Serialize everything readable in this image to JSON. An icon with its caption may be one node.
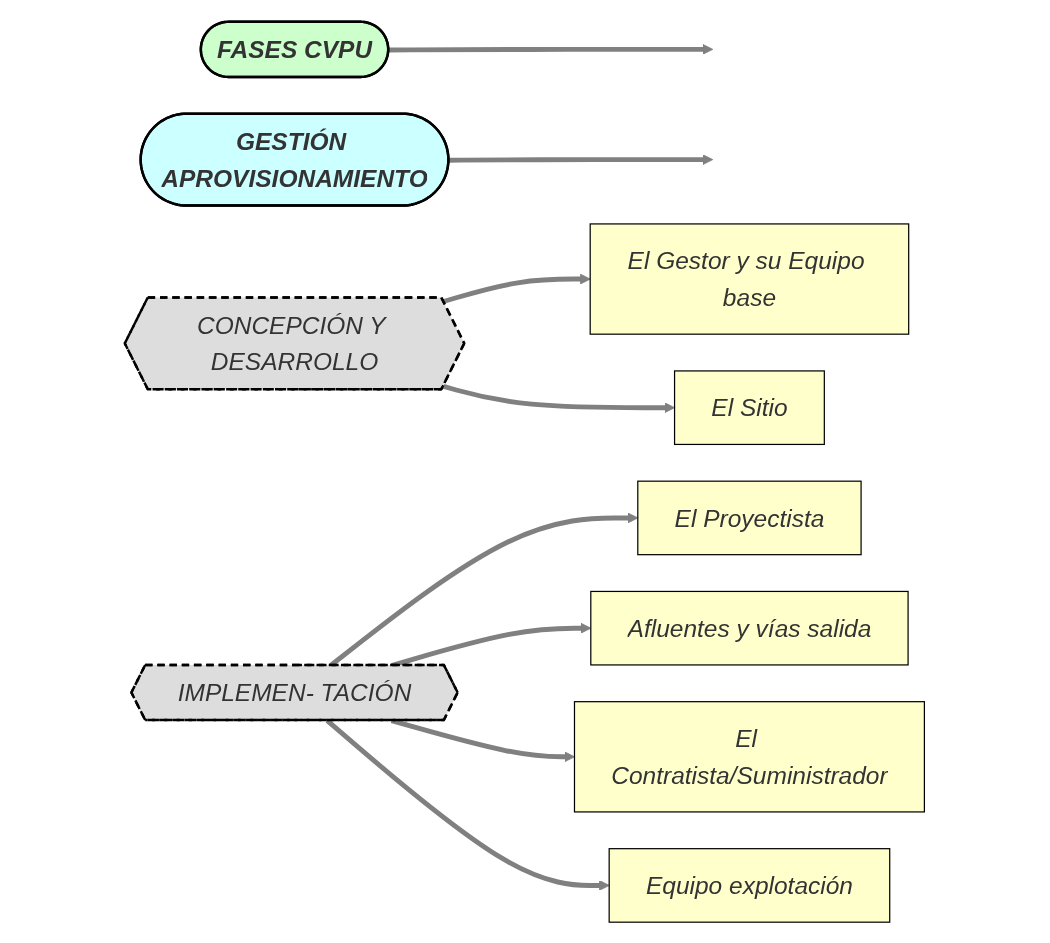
{
  "diagram": {
    "nodes": [
      {
        "text": [
          "FASES CVPU"
        ]
      },
      {
        "text": [
          "GESTIÓN APROVISIONAMIENTO"
        ]
      },
      {
        "text": [
          "CONCEPCIÓN Y DESARROLLO"
        ]
      },
      {
        "text": [
          "El Gestor y su Equipo base"
        ]
      },
      {
        "text": [
          "El Sitio"
        ]
      },
      {
        "text": [
          "IMPLEMEN- TACIÓN"
        ]
      },
      {
        "text": [
          "El Proyectista"
        ]
      },
      {
        "text": [
          "Afluentes y vías salida"
        ]
      },
      {
        "text": [
          "El Contratista/Suministrador"
        ]
      },
      {
        "text": [
          "Equipo explotación"
        ]
      }
    ],
    "edges": [
      {
        "from": 0,
        "to": null,
        "arrow": "to"
      },
      {
        "from": 1,
        "to": null,
        "arrow": "to"
      },
      {
        "from": 2,
        "to": 3,
        "arrow": "to"
      },
      {
        "from": 2,
        "to": 4,
        "arrow": "to"
      },
      {
        "from": 5,
        "to": 6,
        "arrow": "to"
      },
      {
        "from": 5,
        "to": 7,
        "arrow": "to"
      },
      {
        "from": 5,
        "to": 8,
        "arrow": "to"
      },
      {
        "from": 5,
        "to": 9,
        "arrow": "to"
      }
    ]
  }
}
